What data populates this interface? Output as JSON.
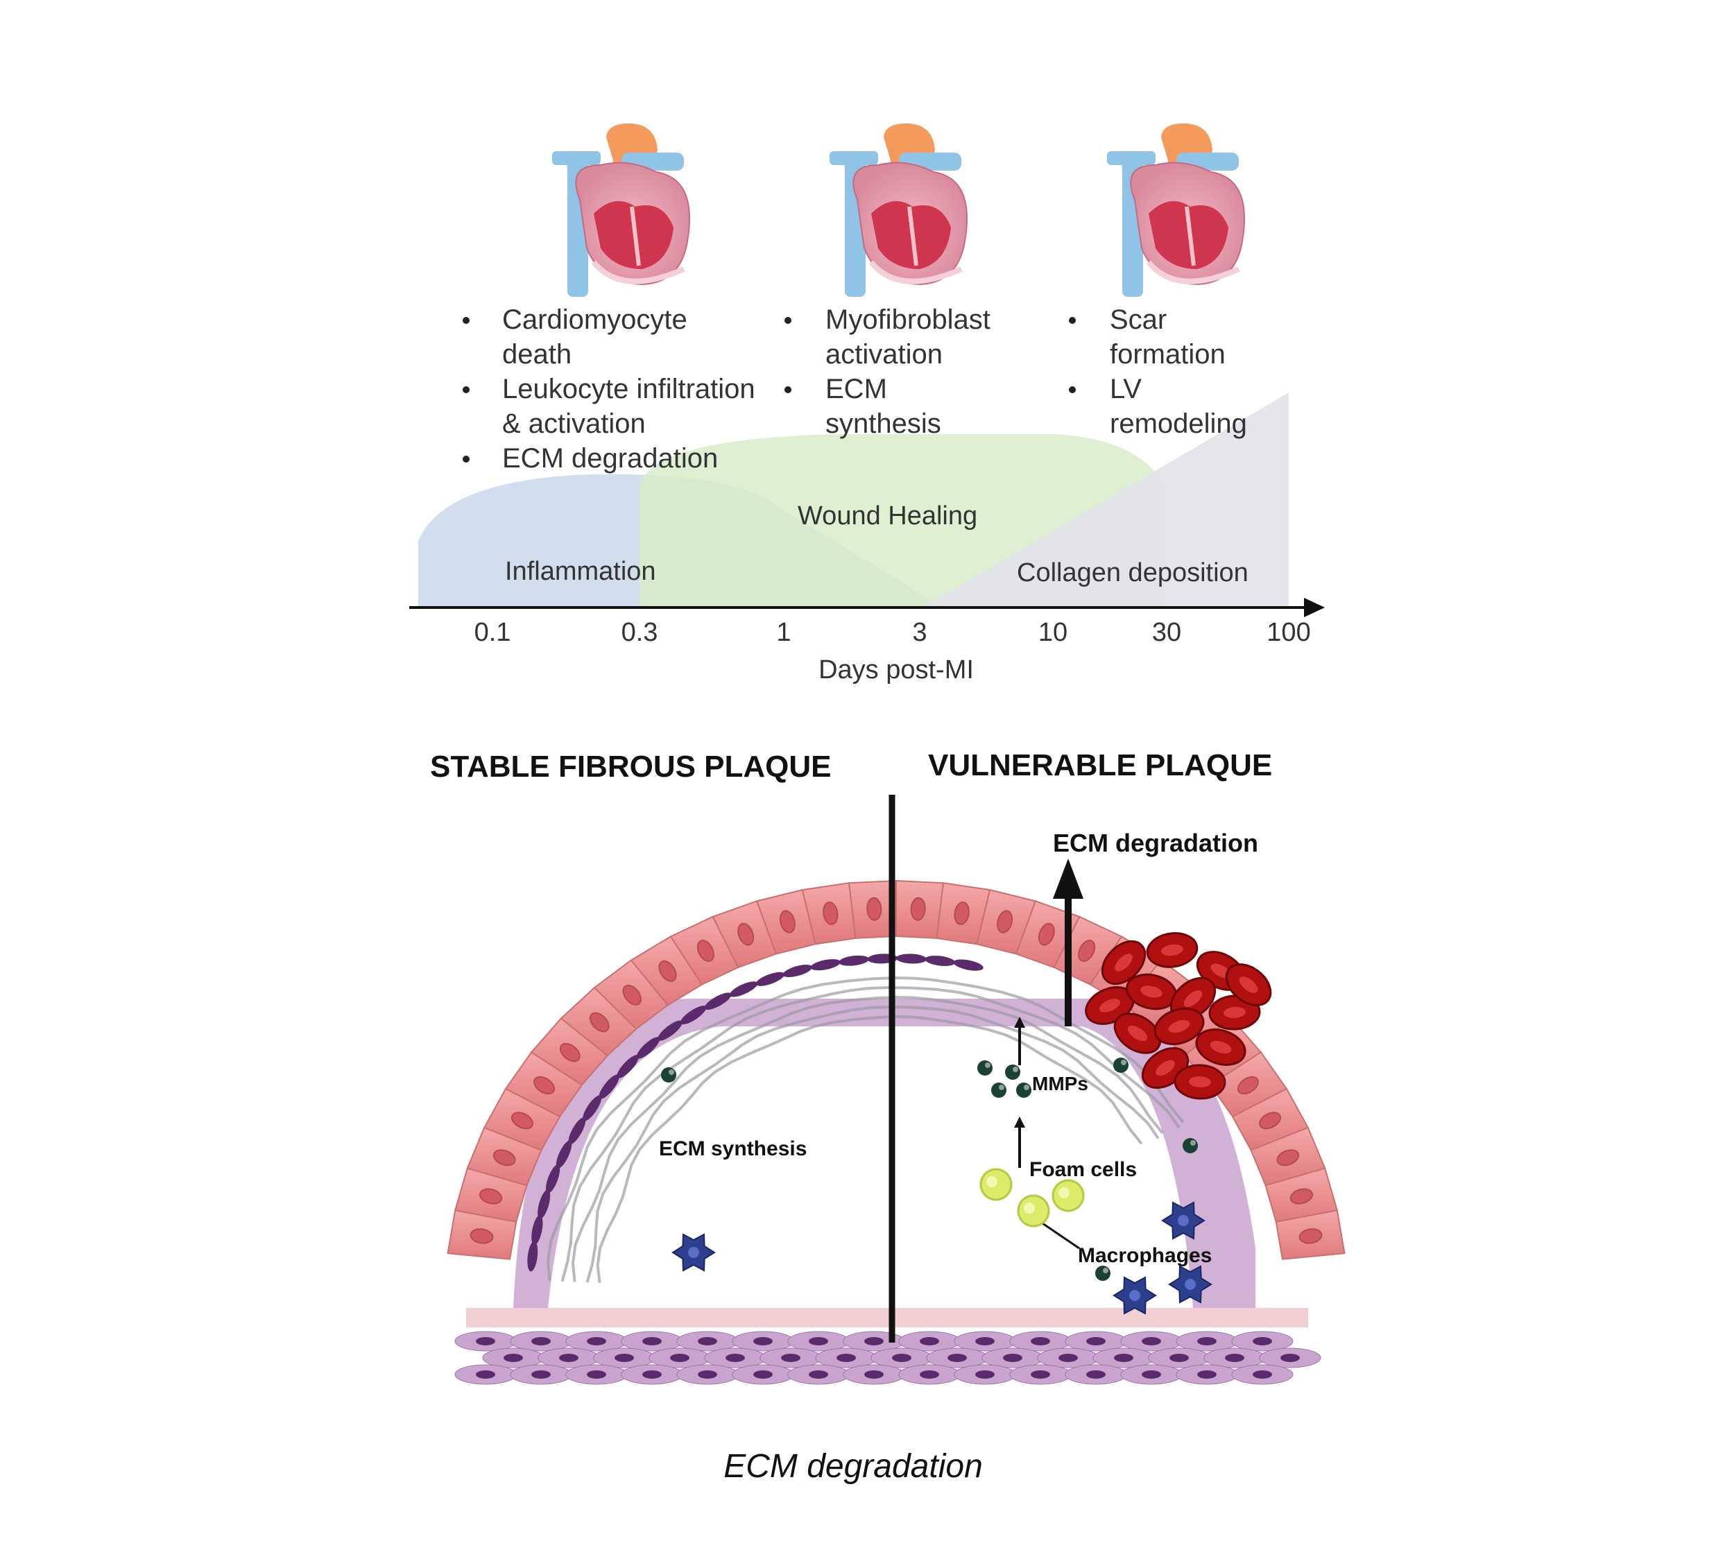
{
  "timeline": {
    "phase_bullets": [
      {
        "phase": "inflammation",
        "items": [
          {
            "lines": [
              "Cardiomyocyte",
              "death"
            ]
          },
          {
            "lines": [
              "Leukocyte infiltration",
              "& activation"
            ]
          },
          {
            "lines": [
              "ECM degradation"
            ]
          }
        ]
      },
      {
        "phase": "wound-healing",
        "items": [
          {
            "lines": [
              "Myofibroblast",
              "activation"
            ]
          },
          {
            "lines": [
              "ECM",
              "synthesis"
            ]
          }
        ]
      },
      {
        "phase": "collagen-deposition",
        "items": [
          {
            "lines": [
              "Scar",
              "formation"
            ]
          },
          {
            "lines": [
              "LV",
              "remodeling"
            ]
          }
        ]
      }
    ],
    "region_labels": {
      "inflammation": "Inflammation",
      "wound_healing": "Wound Healing",
      "collagen_deposition": "Collagen deposition"
    },
    "axis": {
      "ticks": [
        "0.1",
        "0.3",
        "1",
        "3",
        "10",
        "30",
        "100"
      ],
      "label": "Days post-MI"
    },
    "colors": {
      "inflammation": "#c9d8ea",
      "wound_healing": "#d6ecc6",
      "collagen": "#e2e2ea",
      "heart_red": "#e36d80",
      "aorta": "#f39a5c",
      "vena": "#8fc4e6"
    }
  },
  "plaque": {
    "stable_title": "STABLE FIBROUS PLAQUE",
    "vulnerable_title": "VULNERABLE PLAQUE",
    "ecm_degradation": "ECM degradation",
    "ecm_synthesis": "ECM synthesis",
    "mmps": "MMPs",
    "foam_cells": "Foam cells",
    "macrophages": "Macrophages",
    "colors": {
      "endothelium": "#e98a8c",
      "smooth_muscle": "#b08ab8",
      "rbc": "#b01010",
      "macrophage": "#2e3f8f",
      "foam": "#dceb6a",
      "mmp": "#1b4035"
    }
  },
  "caption": "ECM degradation"
}
